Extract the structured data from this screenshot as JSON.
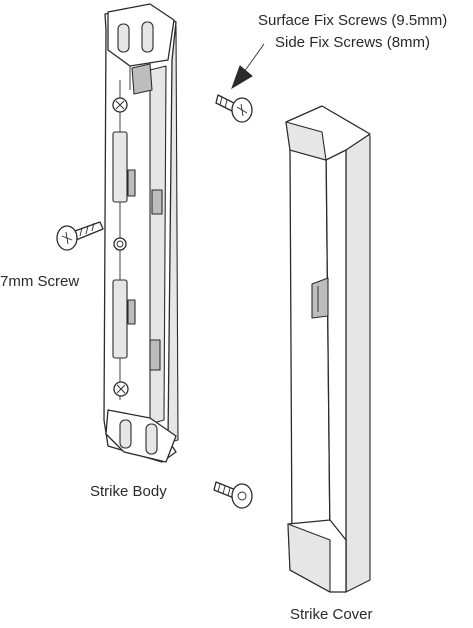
{
  "labels": {
    "surface_fix": "Surface Fix Screws (9.5mm)",
    "side_fix": "Side Fix Screws (8mm)",
    "screw_7mm": "7mm Screw",
    "strike_body": "Strike Body",
    "strike_cover": "Strike Cover"
  },
  "colors": {
    "line": "#2b2b2b",
    "shade": "#e6e6e6",
    "dark": "#bdbdbd",
    "text": "#2a2a2a"
  }
}
